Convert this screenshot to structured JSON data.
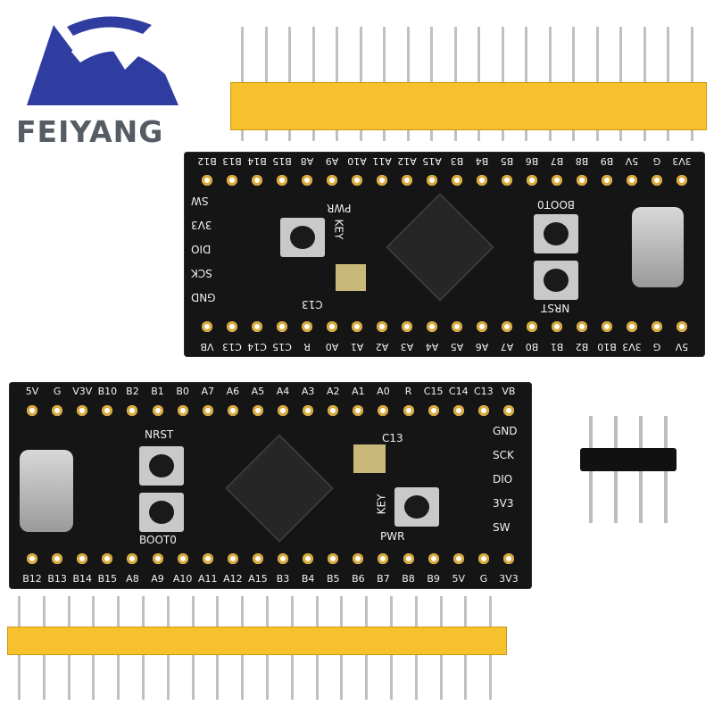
{
  "brand": {
    "name": "FEIYANG",
    "colors": {
      "logo_blue": "#2f3da0",
      "logo_gray": "#555c63"
    }
  },
  "colors": {
    "pcb": "#151515",
    "pad": "#d9a93a",
    "spacer": "#f6c12c"
  },
  "top_board": {
    "top_pins": [
      "B12",
      "B13",
      "B14",
      "B15",
      "A8",
      "A9",
      "A10",
      "A11",
      "A12",
      "A15",
      "B3",
      "B4",
      "B5",
      "B6",
      "B7",
      "B8",
      "B9",
      "5V",
      "G",
      "3V3"
    ],
    "bottom_pins": [
      "VB",
      "C13",
      "C14",
      "C15",
      "R",
      "A0",
      "A1",
      "A2",
      "A3",
      "A4",
      "A5",
      "A6",
      "A7",
      "B0",
      "B1",
      "B2",
      "B10",
      "3V3",
      "G",
      "5V"
    ],
    "side_labels": [
      "SW",
      "3V3",
      "DIO",
      "SCK",
      "GND"
    ],
    "silk": {
      "pwr": "PWR",
      "key": "KEY",
      "c13": "C13",
      "boot0": "BOOT0",
      "nrst": "NRST"
    }
  },
  "bottom_board": {
    "top_pins": [
      "5V",
      "G",
      "V3V",
      "B10",
      "B2",
      "B1",
      "B0",
      "A7",
      "A6",
      "A5",
      "A4",
      "A3",
      "A2",
      "A1",
      "A0",
      "R",
      "C15",
      "C14",
      "C13",
      "VB"
    ],
    "bottom_pins": [
      "B12",
      "B13",
      "B14",
      "B15",
      "A8",
      "A9",
      "A10",
      "A11",
      "A12",
      "A15",
      "B3",
      "B4",
      "B5",
      "B6",
      "B7",
      "B8",
      "B9",
      "5V",
      "G",
      "3V3"
    ],
    "side_labels": [
      "GND",
      "SCK",
      "DIO",
      "3V3",
      "SW"
    ],
    "silk": {
      "nrst": "NRST",
      "boot0": "BOOT0",
      "c13": "C13",
      "key": "KEY",
      "pwr": "PWR"
    }
  }
}
